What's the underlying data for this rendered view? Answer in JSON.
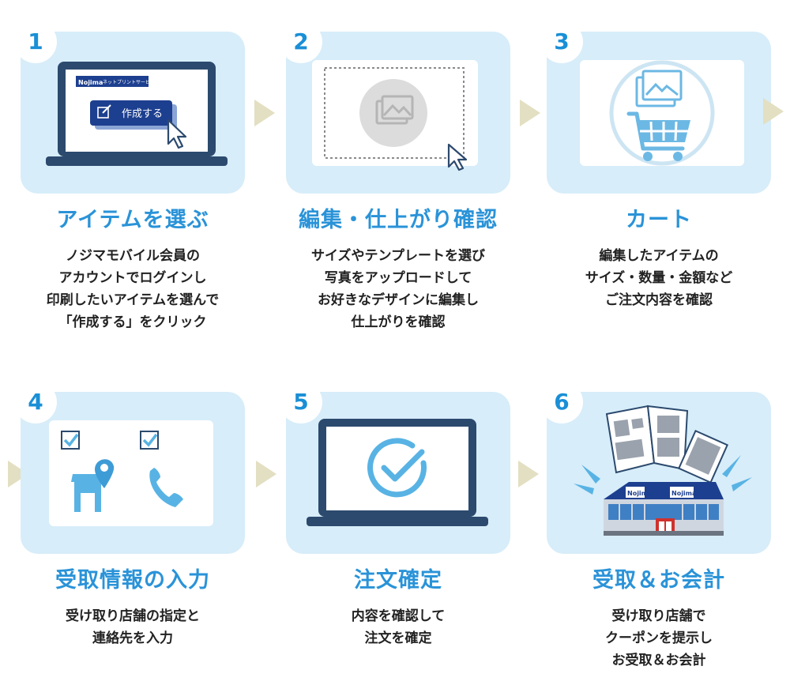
{
  "steps": [
    {
      "number": "1",
      "title": "アイテムを選ぶ",
      "lines": [
        "ノジマモバイル会員の",
        "アカウントでログインし",
        "印刷したいアイテムを選んで",
        "「作成する」をクリック"
      ],
      "screen_brand": "Nojima",
      "screen_service": "ネットプリントサービス",
      "button_label": "作成する"
    },
    {
      "number": "2",
      "title": "編集・仕上がり確認",
      "lines": [
        "サイズやテンプレートを選び",
        "写真をアップロードして",
        "お好きなデザインに編集し",
        "仕上がりを確認"
      ]
    },
    {
      "number": "3",
      "title": "カート",
      "lines": [
        "編集したアイテムの",
        "サイズ・数量・金額など",
        "ご注文内容を確認"
      ]
    },
    {
      "number": "4",
      "title": "受取情報の入力",
      "lines": [
        "受け取り店舗の指定と",
        "連絡先を入力"
      ]
    },
    {
      "number": "5",
      "title": "注文確定",
      "lines": [
        "内容を確認して",
        "注文を確定"
      ]
    },
    {
      "number": "6",
      "title": "受取＆お会計",
      "lines": [
        "受け取り店舗で",
        "クーポンを提示し",
        "お受取＆お会計"
      ],
      "store_sign_1": "Nojima",
      "store_sign_2": "Nojima"
    }
  ],
  "colors": {
    "card_bg": "#d7edf9",
    "accent": "#2a93d8",
    "arrow": "#e3dfc2",
    "laptop": "#2c4a6e"
  }
}
